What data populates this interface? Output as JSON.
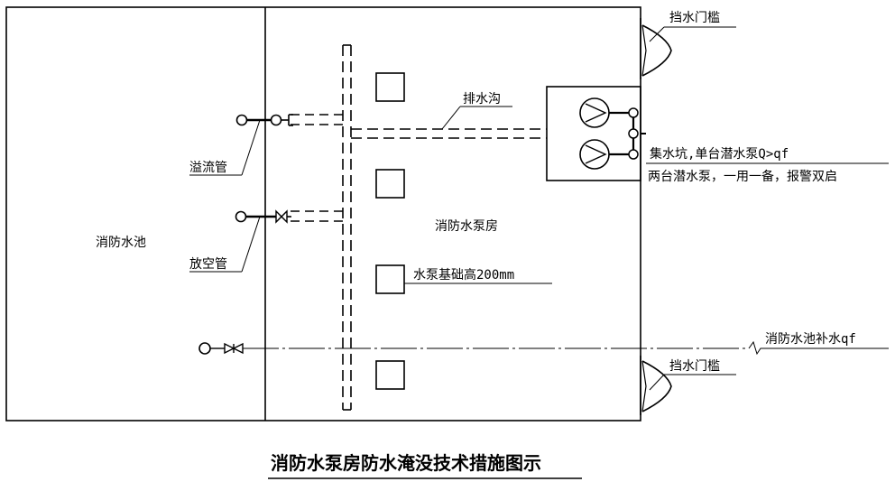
{
  "labels": {
    "pool": "消防水池",
    "pump_room": "消防水泵房",
    "overflow_pipe": "溢流管",
    "drain_pipe": "放空管",
    "ditch": "排水沟",
    "pump_base": "水泵基础高200mm",
    "sump_line1": "集水坑,单台潜水泵Q>qf",
    "sump_line2": "两台潜水泵，一用一备，报警双启",
    "makeup": "消防水池补水qf",
    "sill_top": "挡水门槛",
    "sill_bottom": "挡水门槛"
  },
  "title": "消防水泵房防水淹没技术措施图示"
}
